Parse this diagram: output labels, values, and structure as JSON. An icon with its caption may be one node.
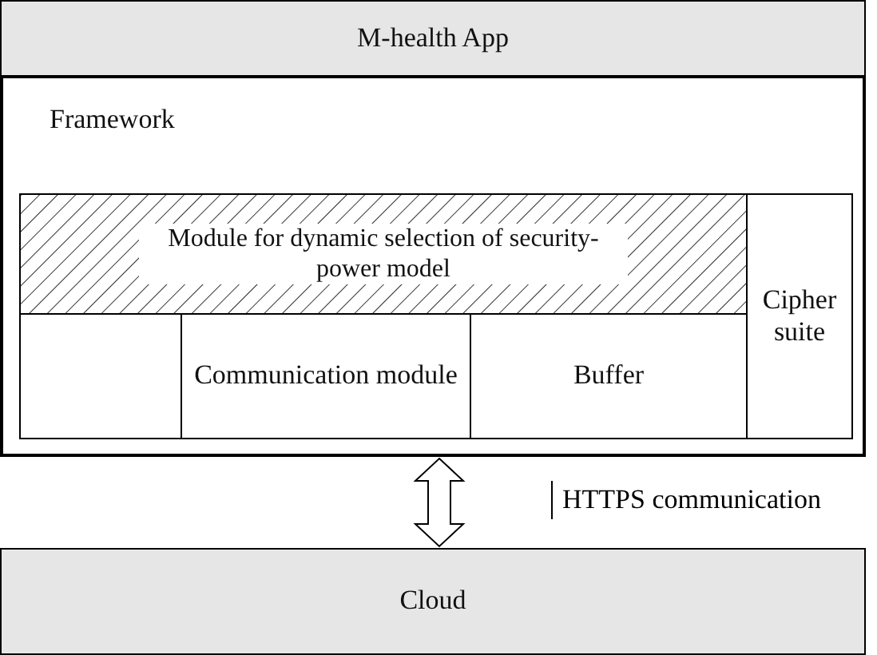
{
  "diagram": {
    "nodes": [
      {
        "text": [
          "M-health App"
        ]
      },
      {
        "text": [
          "Framework"
        ]
      },
      {
        "text": [
          "Module for dynamic selection of security-power model"
        ],
        "in": 1
      },
      {
        "text": [],
        "shape": "box",
        "in": 1
      },
      {
        "text": [
          "Communication module"
        ],
        "in": 1
      },
      {
        "text": [
          "Buffer"
        ],
        "in": 1
      },
      {
        "text": [
          "Cipher suite"
        ],
        "in": 1
      },
      {
        "text": [
          "Cloud"
        ]
      }
    ],
    "edges": [
      {
        "from": 1,
        "to": 7,
        "arrow": "both",
        "label": "HTTPS communication"
      }
    ]
  }
}
